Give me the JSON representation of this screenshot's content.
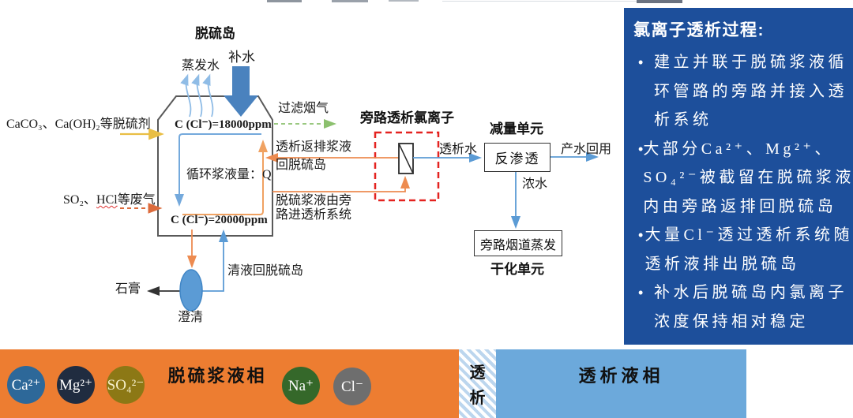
{
  "diagram": {
    "desulf_island_title": "脱硫岛",
    "evaporation_label": "蒸发水",
    "makeup_water_label": "补水",
    "absorbent_label": "CaCO₃、Ca(OH)₂等脱硫剂",
    "flue_gas_pre": "SO₂、",
    "flue_gas_hcl": "HCl",
    "flue_gas_post": "等废气",
    "filtered_gas_label": "过滤烟气",
    "cl_concentration_top": "C (Cl⁻)=18000ppm",
    "cl_concentration_bottom": "C (Cl⁻)=20000ppm",
    "loop_label": "循环浆液量：Q",
    "bypass_title": "旁路透析氯离子",
    "return_slurry_line1": "透析返排浆液",
    "return_slurry_line2": "回脱硫岛",
    "feed_slurry_line1": "脱硫浆液由旁",
    "feed_slurry_line2": "路进透析系统",
    "dialysis_water_label": "透析水",
    "reduction_unit_title": "减量单元",
    "reverse_osmosis_label": "反渗透",
    "product_water_label": "产水回用",
    "concentrate_label": "浓水",
    "flue_evaporation_label": "旁路烟道蒸发",
    "drying_unit_title": "干化单元",
    "clear_liquid_label": "清液回脱硫岛",
    "clarifier_label": "澄清",
    "gypsum_label": "石膏"
  },
  "panel": {
    "title": "氯离子透析过程:",
    "bullet_glyph": "•",
    "bullets": [
      {
        "lines": [
          "建立并联于脱硫浆液循",
          "环管路的旁路并接入透",
          "析系统"
        ]
      },
      {
        "lines": [
          "大部分Ca²⁺、Mg²⁺、",
          "SO₄²⁻被截留在脱硫浆液",
          "内由旁路返排回脱硫岛"
        ]
      },
      {
        "lines": [
          "大量Cl⁻透过透析系统随",
          "透析液排出脱硫岛"
        ]
      },
      {
        "lines": [
          "补水后脱硫岛内氯离子",
          "浓度保持相对稳定"
        ]
      }
    ]
  },
  "legend": {
    "slurry_phase_label": "脱硫浆液相",
    "dialysis_char1": "透",
    "dialysis_char2": "析",
    "dialysate_phase_label": "透析液相",
    "ions": [
      {
        "symbol": "Ca²⁺",
        "color": "#2D6899"
      },
      {
        "symbol": "Mg²⁺",
        "color": "#202C40"
      },
      {
        "symbol": "SO₄²⁻",
        "color": "#8C7815"
      },
      {
        "symbol": "Na⁺",
        "color": "#35682A"
      },
      {
        "symbol": "Cl⁻",
        "color": "#6E6E6E"
      }
    ]
  },
  "colors": {
    "panel_bg": "#1D4F9B",
    "slurry_bar": "#ED7D31",
    "dialysate_bar": "#6CA9DB",
    "slurry_flow_line": "#ED8B50",
    "water_flow_line": "#5B9BD5",
    "absorbent_arrow": "#E9BE44",
    "waste_gas_arrow": "#DC6B3C",
    "filtered_gas_arrow": "#8CC06E",
    "bypass_dashed_box": "#E42320",
    "makeup_arrow": "#4A82BE"
  }
}
